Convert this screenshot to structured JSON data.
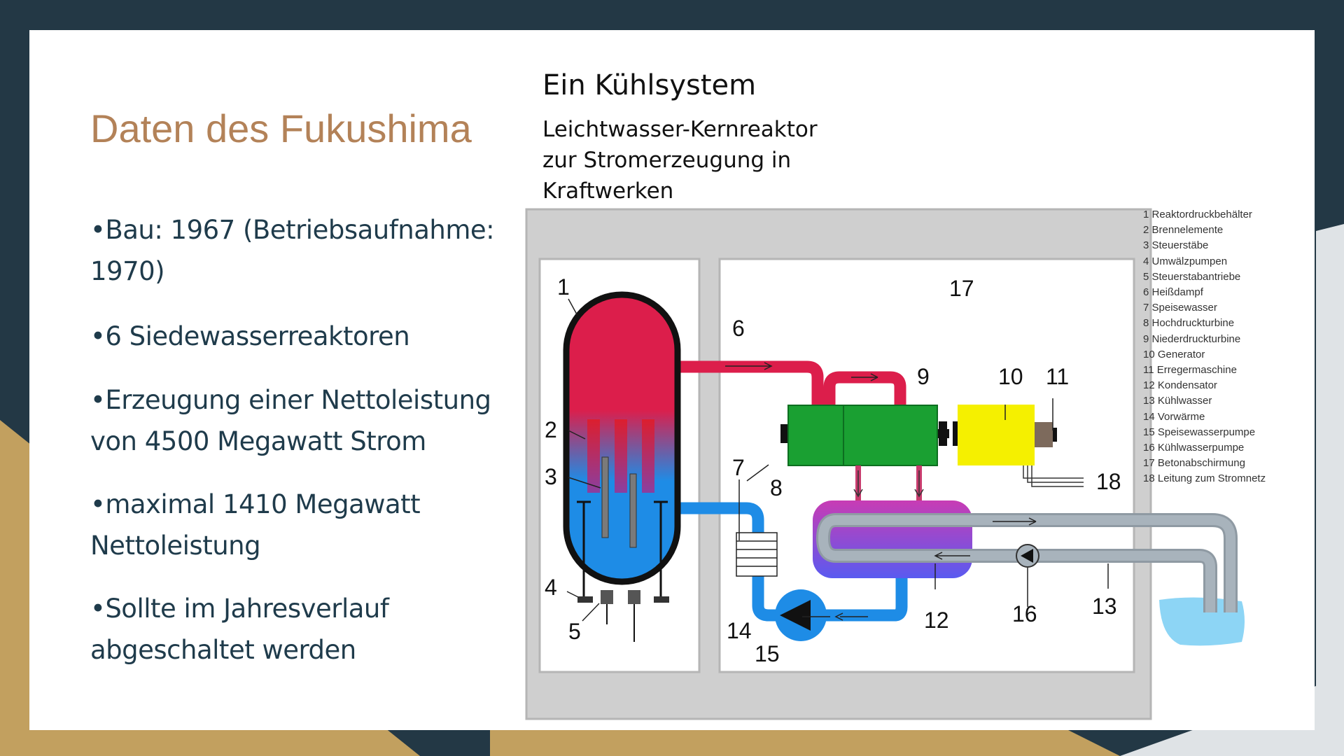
{
  "slide": {
    "title": "Daten des Fukushima",
    "bullets": [
      {
        "lines": [
          "•Bau: 1967 (Betriebsaufnahme:",
          "1970)"
        ]
      },
      {
        "lines": [
          "•6 Siedewasserreaktoren"
        ]
      },
      {
        "lines": [
          "•Erzeugung einer Nettoleistung",
          "von 4500  Megawatt Strom"
        ]
      },
      {
        "lines": [
          "•maximal 1410 Megawatt",
          "Nettoleistung"
        ]
      },
      {
        "lines": [
          "•Sollte im Jahresverlauf",
          "abgeschaltet werden"
        ]
      }
    ],
    "right_heading": "Ein Kühlsystem",
    "right_subheading_lines": [
      "Leichtwasser-Kernreaktor",
      "zur Stromerzeugung in",
      "Kraftwerken"
    ]
  },
  "diagram": {
    "labels": [
      "1",
      "2",
      "3",
      "4",
      "5",
      "6",
      "7",
      "8",
      "9",
      "10",
      "11",
      "12",
      "13",
      "14",
      "15",
      "16",
      "17",
      "18"
    ],
    "legend": [
      "1 Reaktordruckbehälter",
      "2 Brennelemente",
      "3 Steuerstäbe",
      "4 Umwälzpumpen",
      "5 Steuerstabantriebe",
      "6 Heißdampf",
      "7 Speisewasser",
      "8 Hochdruckturbine",
      "9 Niederdruckturbine",
      "10 Generator",
      "11 Erregermaschine",
      "12 Kondensator",
      "13 Kühlwasser",
      "14 Vorwärme",
      "15 Speisewasserpumpe",
      "16 Kühlwasserpumpe",
      "17 Betonabschirmung",
      "18 Leitung zum Stromnetz"
    ],
    "colors": {
      "steam": "#dc1e4b",
      "water": "#1e8ce6",
      "turbine": "#1aa032",
      "generator": "#f5f000",
      "concrete": "#cfcfcf",
      "cooling": "#a8b3bc",
      "river": "#8dd5f5"
    }
  }
}
